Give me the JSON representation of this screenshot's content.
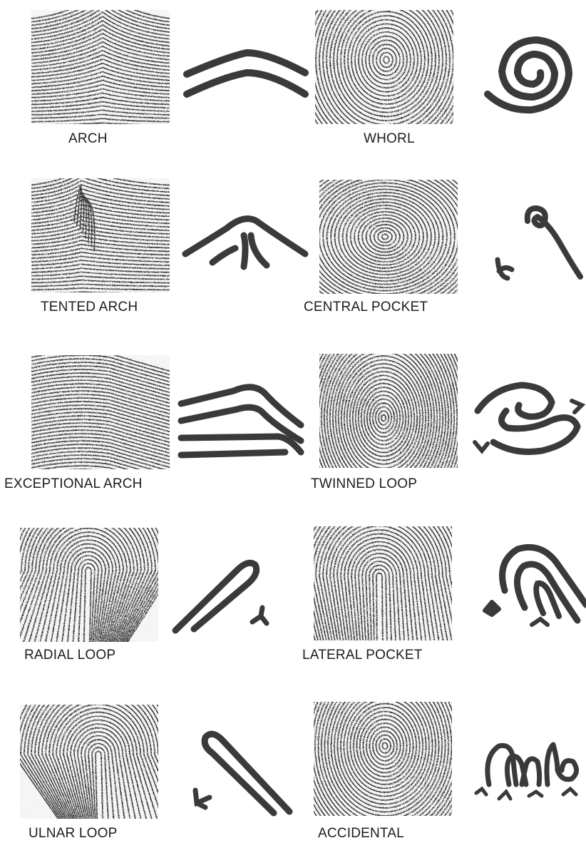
{
  "colors": {
    "ink": "#3a3a3a",
    "ridge": "#2b2b2b",
    "paper": "#ffffff"
  },
  "patterns": [
    {
      "id": "arch",
      "label": "ARCH",
      "print_icon": "arch-print-icon",
      "schematic_icon": "arch-schematic-icon"
    },
    {
      "id": "whorl",
      "label": "WHORL",
      "print_icon": "whorl-print-icon",
      "schematic_icon": "whorl-schematic-icon"
    },
    {
      "id": "tented-arch",
      "label": "TENTED ARCH",
      "print_icon": "tented-arch-print-icon",
      "schematic_icon": "tented-arch-schematic-icon"
    },
    {
      "id": "central-pocket",
      "label": "CENTRAL POCKET",
      "print_icon": "central-pocket-print-icon",
      "schematic_icon": "central-pocket-schematic-icon"
    },
    {
      "id": "exceptional-arch",
      "label": "EXCEPTIONAL ARCH",
      "print_icon": "exceptional-arch-print-icon",
      "schematic_icon": "exceptional-arch-schematic-icon"
    },
    {
      "id": "twinned-loop",
      "label": "TWINNED LOOP",
      "print_icon": "twinned-loop-print-icon",
      "schematic_icon": "twinned-loop-schematic-icon"
    },
    {
      "id": "radial-loop",
      "label": "RADIAL LOOP",
      "print_icon": "radial-loop-print-icon",
      "schematic_icon": "radial-loop-schematic-icon"
    },
    {
      "id": "lateral-pocket",
      "label": "LATERAL POCKET",
      "print_icon": "lateral-pocket-print-icon",
      "schematic_icon": "lateral-pocket-schematic-icon"
    },
    {
      "id": "ulnar-loop",
      "label": "ULNAR LOOP",
      "print_icon": "ulnar-loop-print-icon",
      "schematic_icon": "ulnar-loop-schematic-icon"
    },
    {
      "id": "accidental",
      "label": "ACCIDENTAL",
      "print_icon": "accidental-print-icon",
      "schematic_icon": "accidental-schematic-icon"
    }
  ]
}
